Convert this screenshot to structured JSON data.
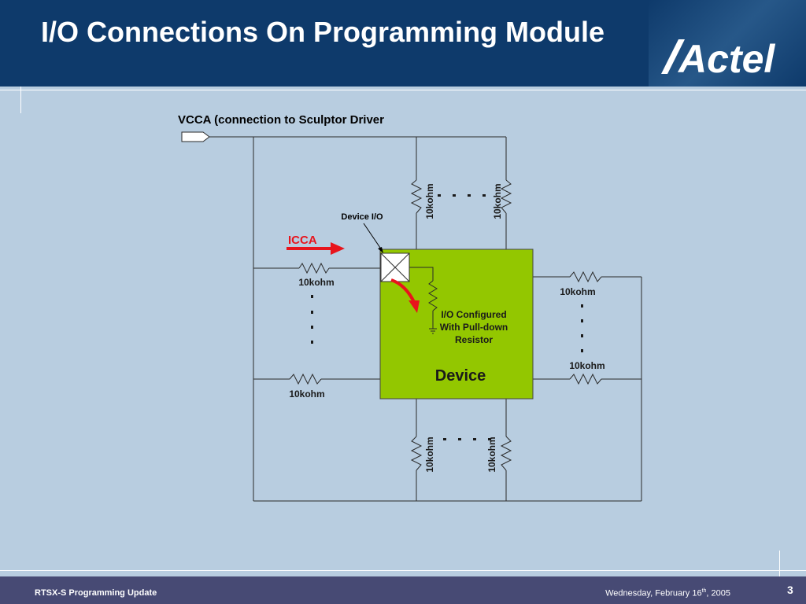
{
  "slide": {
    "title": "I/O Connections On Programming Module",
    "logo_text": "Actel"
  },
  "diagram": {
    "vcca_label": "VCCA (connection to Sculptor Driver",
    "device_io_label": "Device I/O",
    "icca_label": "ICCA",
    "device_label": "Device",
    "io_config_line1": "I/O Configured",
    "io_config_line2": "With Pull-down",
    "io_config_line3": "Resistor",
    "resistor_label": "10kohm",
    "colors": {
      "device_fill": "#93c700",
      "arrow": "#e8141c",
      "icca_text": "#e8141c"
    }
  },
  "footer": {
    "left_text": "RTSX-S Programming Update",
    "date_main": "Wednesday, February 16",
    "date_sup": "th",
    "date_year": ", 2005",
    "page_number": "3"
  }
}
